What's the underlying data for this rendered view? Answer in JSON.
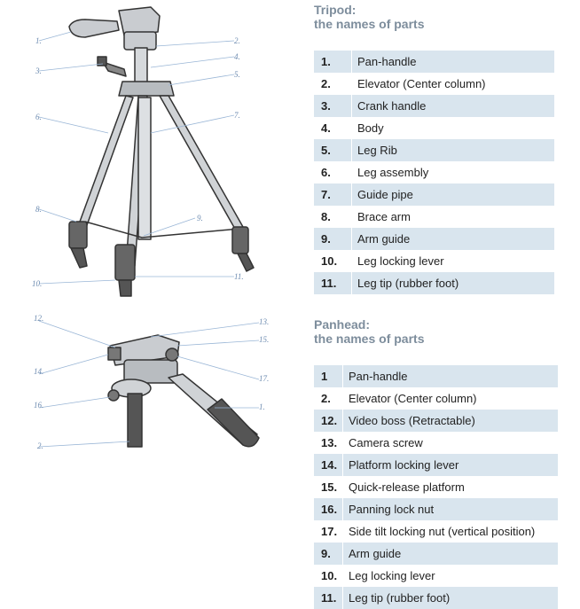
{
  "tripod": {
    "title": "Tripod:",
    "subtitle": "the names of parts",
    "parts": [
      {
        "num": "1.",
        "name": "Pan-handle"
      },
      {
        "num": "2.",
        "name": "Elevator (Center column)"
      },
      {
        "num": "3.",
        "name": "Crank handle"
      },
      {
        "num": "4.",
        "name": "Body"
      },
      {
        "num": "5.",
        "name": "Leg Rib"
      },
      {
        "num": "6.",
        "name": "Leg assembly"
      },
      {
        "num": "7.",
        "name": "Guide pipe"
      },
      {
        "num": "8.",
        "name": "Brace arm"
      },
      {
        "num": "9.",
        "name": "Arm guide"
      },
      {
        "num": "10.",
        "name": "Leg locking lever"
      },
      {
        "num": "11.",
        "name": "Leg tip (rubber foot)"
      }
    ]
  },
  "panhead": {
    "title": "Panhead:",
    "subtitle": "the names of parts",
    "parts": [
      {
        "num": "1",
        "name": "Pan-handle"
      },
      {
        "num": "2.",
        "name": "Elevator (Center column)"
      },
      {
        "num": "12.",
        "name": "Video boss (Retractable)"
      },
      {
        "num": "13.",
        "name": "Camera screw"
      },
      {
        "num": "14.",
        "name": "Platform locking lever"
      },
      {
        "num": "15.",
        "name": "Quick-release platform"
      },
      {
        "num": "16.",
        "name": "Panning lock nut"
      },
      {
        "num": "17.",
        "name": "Side tilt locking nut (vertical position)"
      },
      {
        "num": "9.",
        "name": "Arm guide"
      },
      {
        "num": "10.",
        "name": "Leg locking lever"
      },
      {
        "num": "11.",
        "name": "Leg tip (rubber foot)"
      }
    ]
  },
  "tripod_callouts": [
    "1.",
    "2.",
    "3.",
    "4.",
    "5.",
    "6.",
    "7.",
    "8.",
    "9.",
    "10.",
    "11."
  ],
  "panhead_callouts": [
    "12.",
    "13.",
    "15.",
    "14.",
    "17.",
    "16.",
    "1.",
    "2."
  ],
  "colors": {
    "row_shade": "#d9e5ee",
    "heading": "#7d8d9c",
    "callout": "#6d8bb0"
  }
}
